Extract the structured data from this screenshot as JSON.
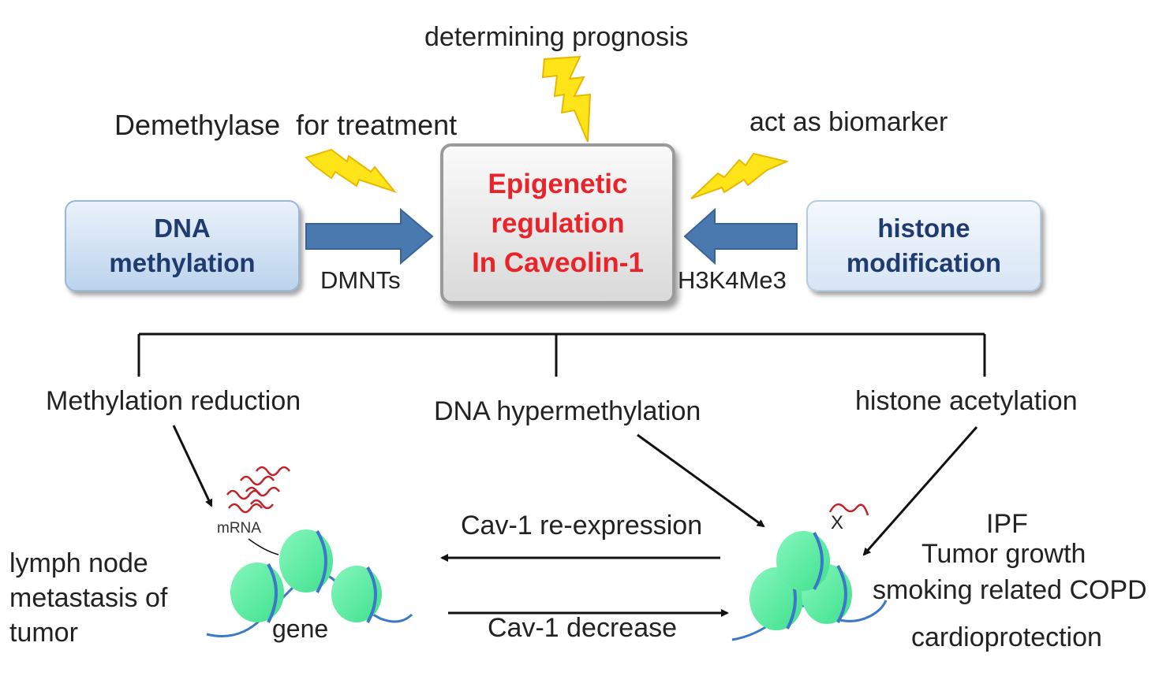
{
  "top": {
    "prognosis": "determining prognosis",
    "demethylase": "Demethylase  for treatment",
    "biomarker": "act as biomarker"
  },
  "boxes": {
    "dna_methylation": [
      "DNA",
      "methylation"
    ],
    "epigenetic": [
      "Epigenetic",
      "regulation",
      "In Caveolin-1"
    ],
    "histone_modification": [
      "histone",
      "modification"
    ]
  },
  "arrow_labels": {
    "dmnts": "DMNTs",
    "h3k4me3": "H3K4Me3"
  },
  "branches": {
    "methylation_reduction": "Methylation reduction",
    "dna_hypermethylation": "DNA hypermethylation",
    "histone_acetylation": "histone acetylation"
  },
  "lower": {
    "mrna": "mRNA",
    "gene": "gene",
    "x_mark": "X",
    "cav_reexpression": "Cav-1 re-expression",
    "cav_decrease": "Cav-1 decrease",
    "lymph_lines": [
      "lymph node",
      "metastasis of",
      "tumor"
    ],
    "outcomes": [
      "IPF",
      "Tumor growth",
      "smoking related COPD",
      "cardioprotection"
    ]
  },
  "colors": {
    "lightning": "#ffe41a",
    "arrow_blue": "#4a79b0",
    "nucleosome": "#5cf0a0",
    "dna_strand": "#3c78c8",
    "mrna": "#c0242a",
    "title_red": "#e8242a"
  }
}
